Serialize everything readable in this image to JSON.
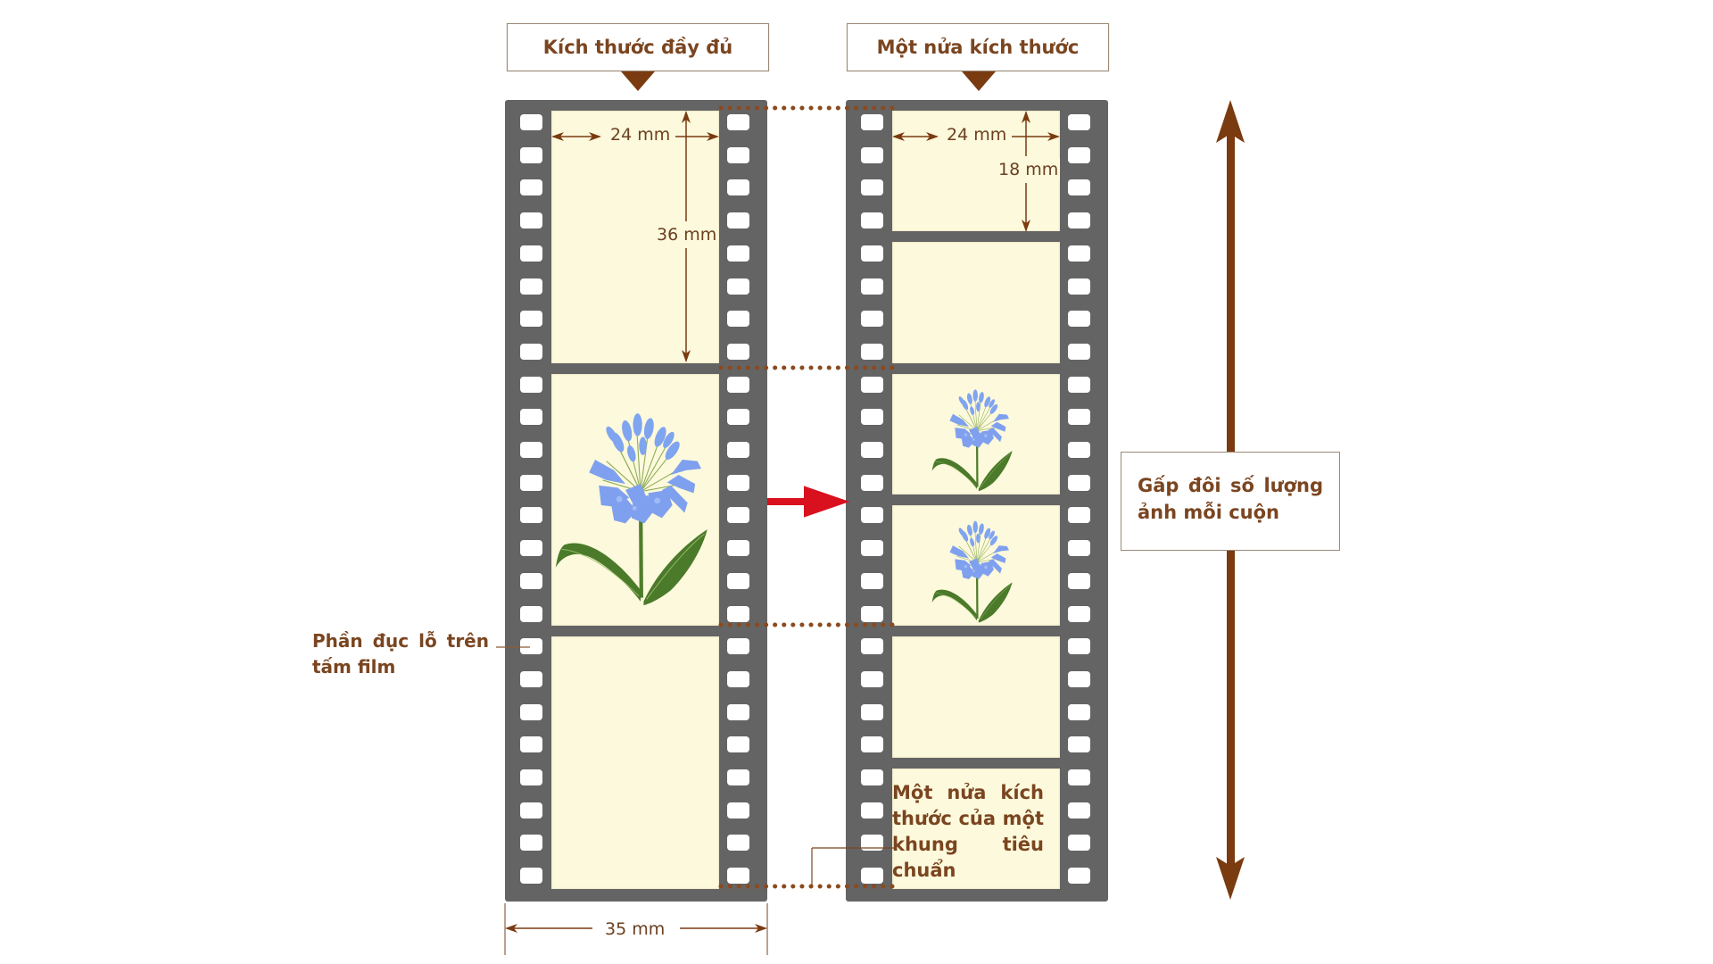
{
  "headers": {
    "full_size": "Kích thước đầy đủ",
    "half_size": "Một nửa kích thước"
  },
  "dimensions": {
    "full_width": "24 mm",
    "full_height": "36 mm",
    "half_width": "24 mm",
    "half_height": "18 mm",
    "film_width": "35 mm"
  },
  "annotations": {
    "perforation": "Phần đục lỗ trên tấm film",
    "half_frame_note": "Một nửa kích thước của một khung tiêu chuẩn",
    "double_count": "Gấp đôi số lượng ảnh mỗi cuộn"
  },
  "film": {
    "full_frames": 3,
    "half_frames": 6,
    "flower_frames_full": [
      2
    ],
    "flower_frames_half": [
      3,
      4
    ]
  },
  "colors": {
    "film_base": "#646464",
    "frame_fill": "#fdf9dc",
    "text_brown": "#7a4520",
    "arrow_brown": "#7a3b10",
    "dot_brown": "#8b4a1e",
    "transition_arrow": "#d9101e",
    "petal_blue": "#7fa4f0",
    "leaf_green": "#4a7a2a"
  }
}
